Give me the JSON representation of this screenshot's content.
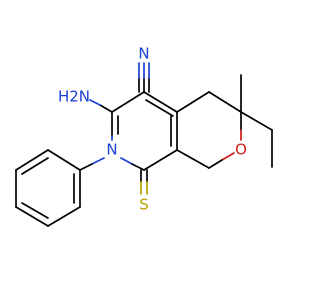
{
  "molecule": {
    "atoms": {
      "nitrile_c": "C",
      "nitrile_n": "N",
      "amine": "H2N",
      "ring_n": "N",
      "ring_o": "O",
      "thione_s": "S"
    }
  },
  "colors": {
    "carbon": "#000000",
    "nitrogen": "#1a3fd6",
    "oxygen": "#d11a1a",
    "sulfur": "#b8a000",
    "background": "#ffffff"
  }
}
